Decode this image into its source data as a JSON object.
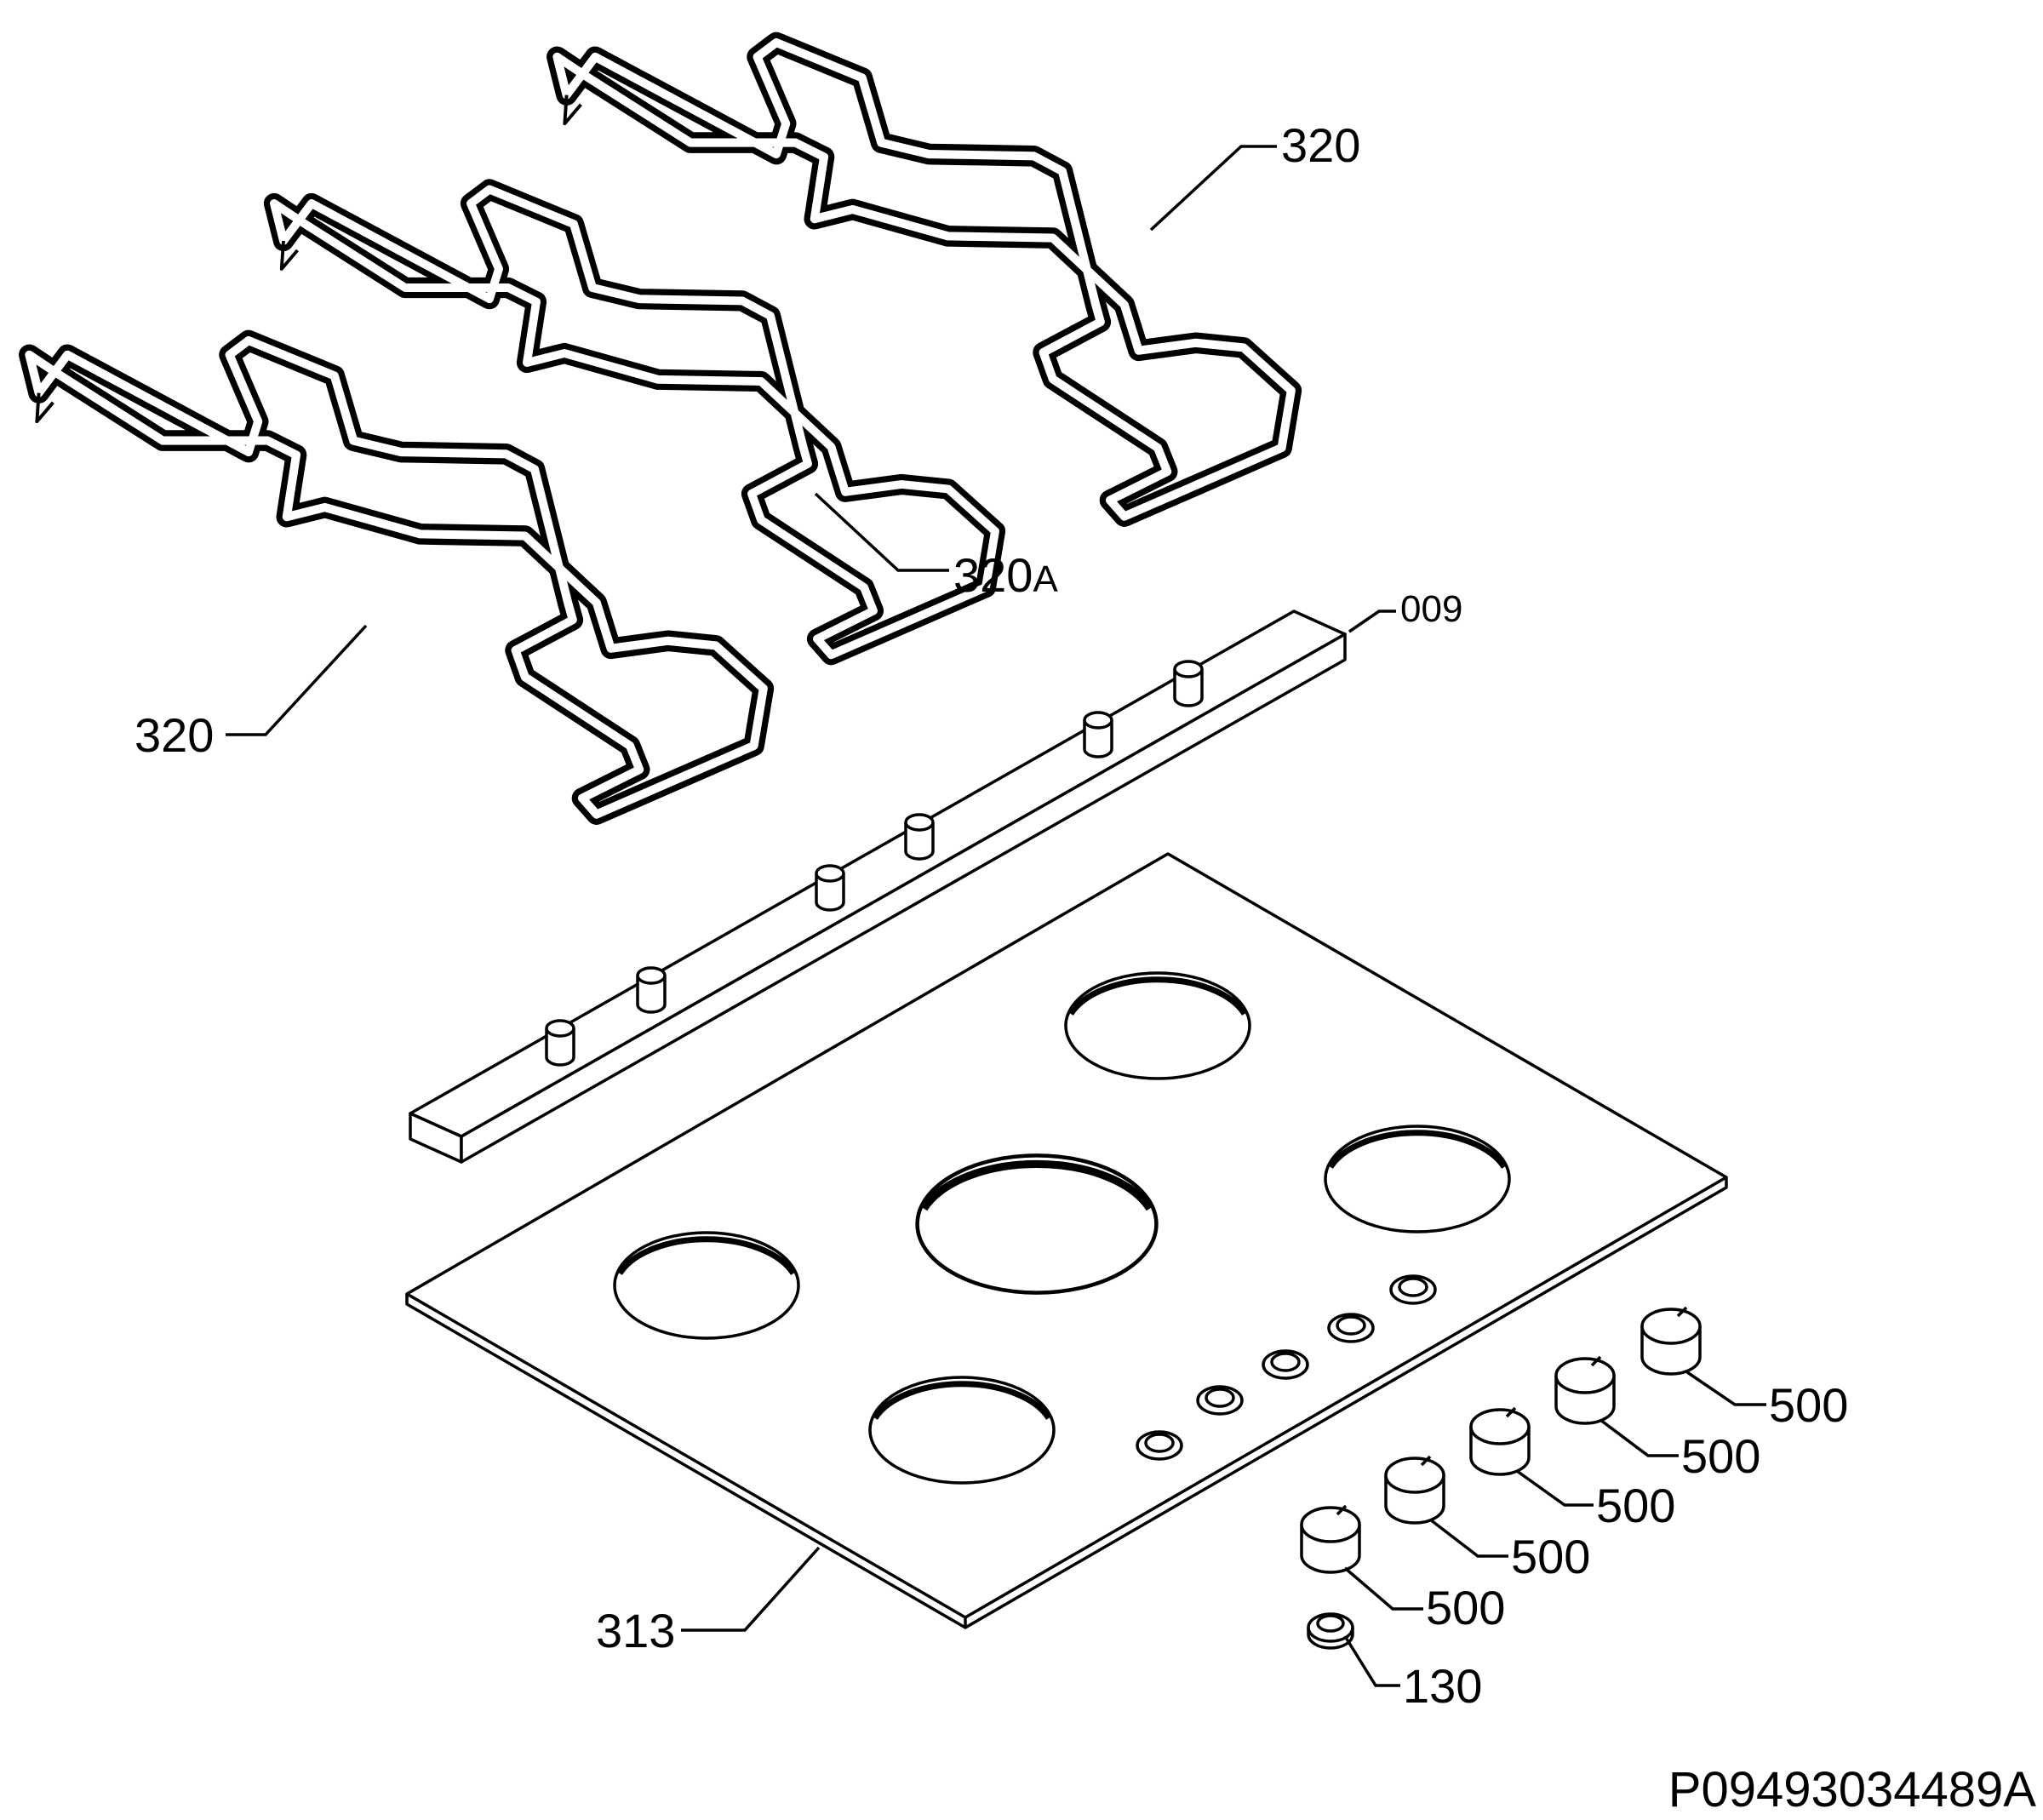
{
  "parts": {
    "grate_top_right": "320",
    "grate_middle": "320A",
    "grate_middle_num": "320",
    "grate_middle_suffix": "A",
    "grate_left": "320",
    "seal_strip": "009",
    "hob_top": "313",
    "knobs": [
      "500",
      "500",
      "500",
      "500",
      "500"
    ],
    "spark_button": "130"
  },
  "drawing_code": "P09493034489A"
}
